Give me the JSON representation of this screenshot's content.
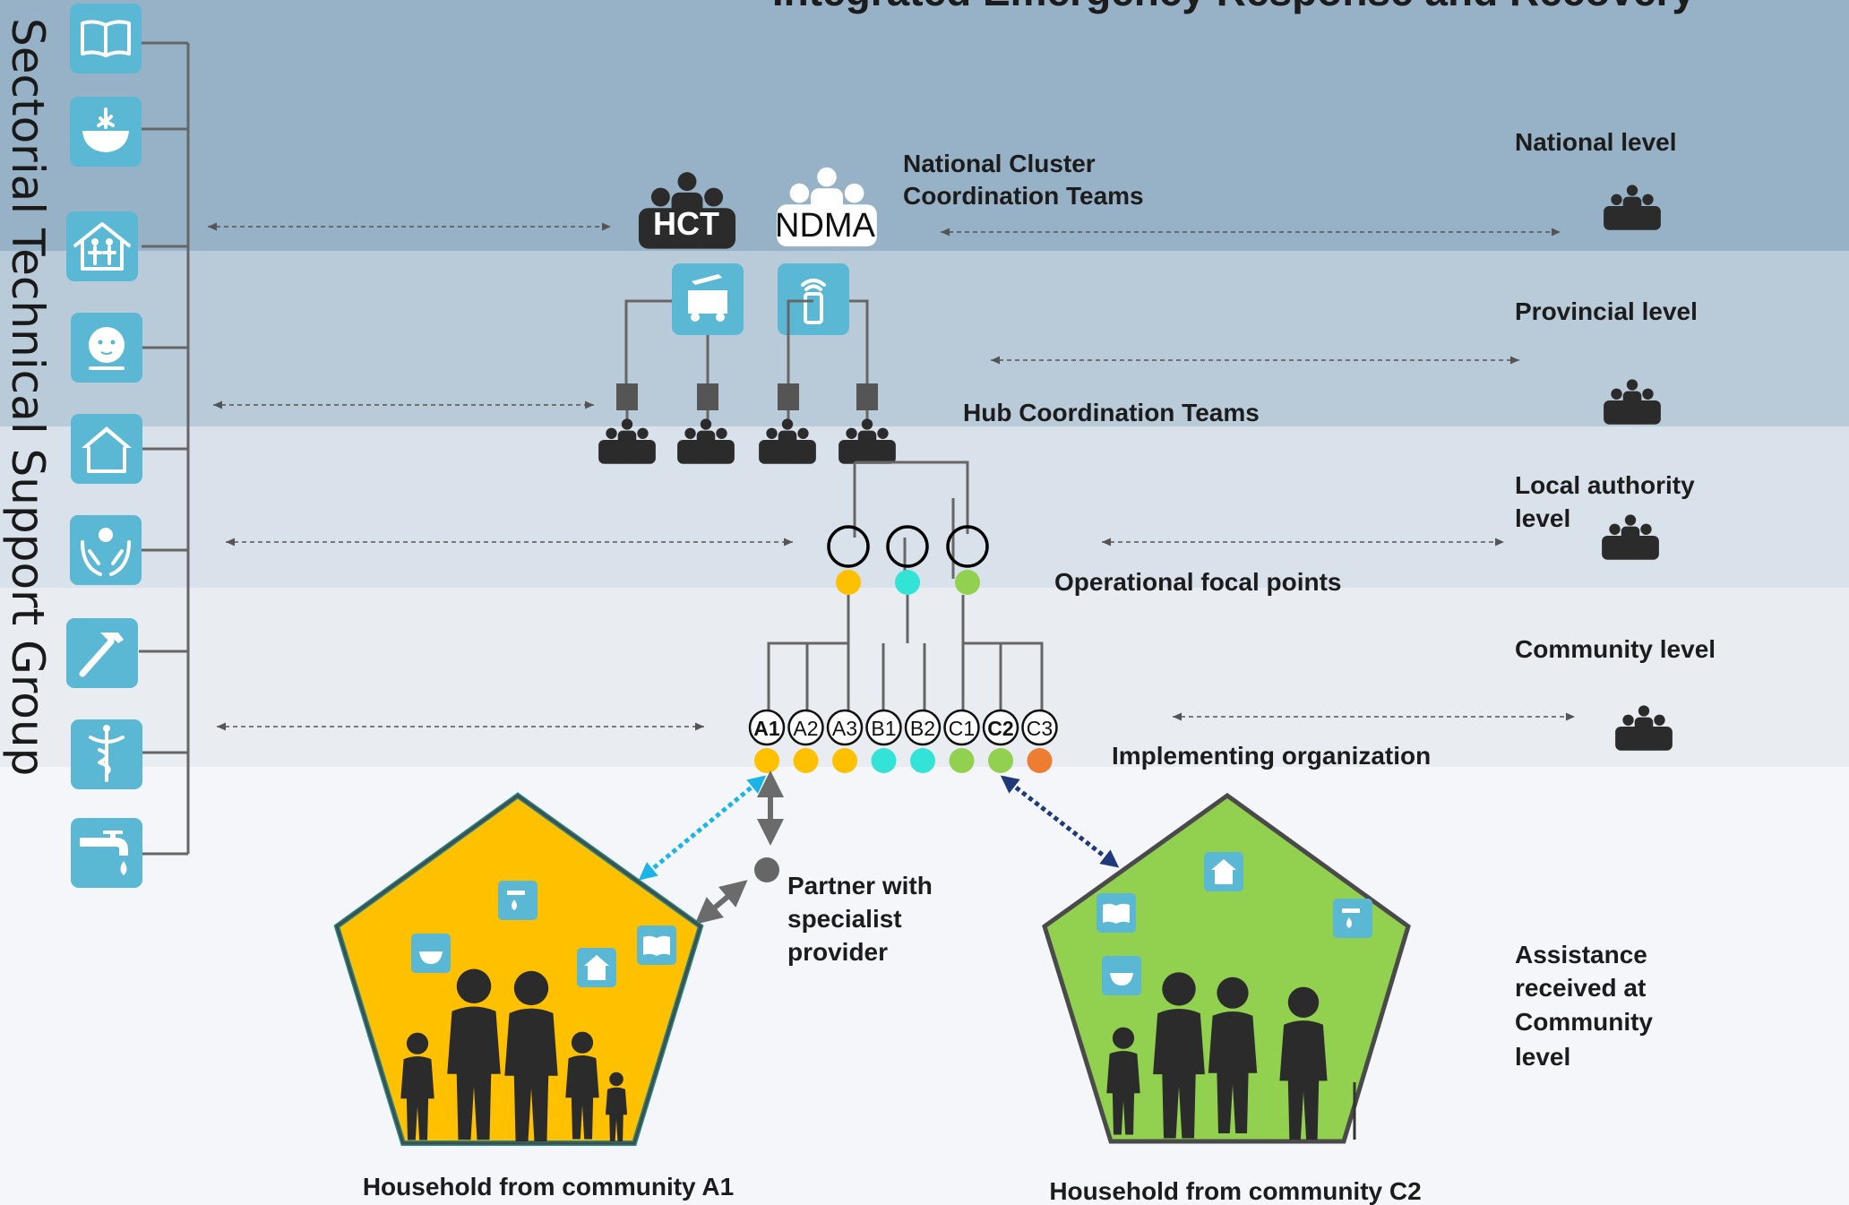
{
  "title": "Integrated Emergency Response and Recovery",
  "side_title": "Sectorial  Technical  Support  Group",
  "colors": {
    "band_national": "#97b1c6",
    "band_provincial": "#b9cad9",
    "band_local": "#d9e1ea",
    "band_community": "#e9edf2",
    "background": "#f4f6f9",
    "tile": "#5bb8d4",
    "yellow": "#ffc000",
    "cyan": "#33e3d6",
    "green": "#92d050",
    "orange": "#ed7d31",
    "household_a1_fill": "#ffc000",
    "household_c2_fill": "#92d050"
  },
  "sector_icons": [
    "education-book-icon",
    "food-bowl-icon",
    "protection-family-icon",
    "nutrition-child-icon",
    "shelter-house-icon",
    "protection-hands-icon",
    "early-recovery-hammer-icon",
    "health-caduceus-icon",
    "water-tap-icon"
  ],
  "levels": {
    "national": "National level",
    "provincial": "Provincial level",
    "local_line1": "Local authority",
    "local_line2": "level",
    "community": "Community level",
    "assistance_line1": "Assistance",
    "assistance_line2": "received at",
    "assistance_line3": "Community",
    "assistance_line4": "level"
  },
  "labels": {
    "hct": "HCT",
    "ndma": "NDMA",
    "national_cluster_line1": "National Cluster",
    "national_cluster_line2": "Coordination Teams",
    "hub_coordination": "Hub  Coordination Teams",
    "operational_focal_points": "Operational focal points",
    "implementing_organization": "Implementing organization",
    "partner_line1": "Partner with",
    "partner_line2": "specialist",
    "partner_line3": "provider",
    "household_a1": "Household from community A1",
    "household_c2": "Household from community C2"
  },
  "focal_points": [
    "yellow",
    "cyan",
    "green"
  ],
  "implementing_orgs": [
    {
      "label": "A1",
      "color": "yellow"
    },
    {
      "label": "A2",
      "color": "yellow"
    },
    {
      "label": "A3",
      "color": "yellow"
    },
    {
      "label": "B1",
      "color": "cyan"
    },
    {
      "label": "B2",
      "color": "cyan"
    },
    {
      "label": "C1",
      "color": "green"
    },
    {
      "label": "C2",
      "color": "green"
    },
    {
      "label": "C3",
      "color": "orange"
    }
  ]
}
